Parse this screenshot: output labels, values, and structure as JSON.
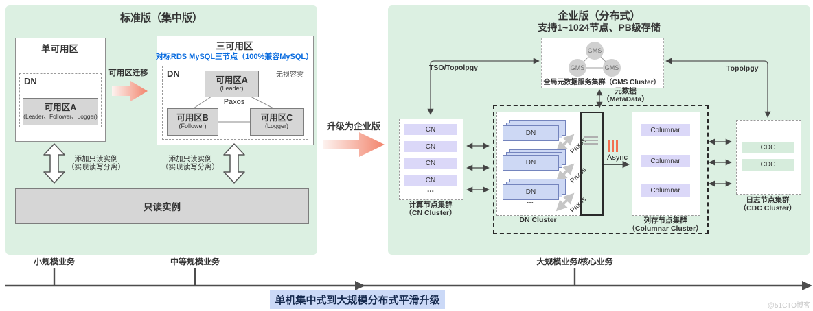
{
  "left_panel": {
    "title": "标准版（集中版）",
    "single_az": {
      "title": "单可用区",
      "dn_label": "DN",
      "az": {
        "title": "可用区A",
        "subtitle": "(Leader、Follower、Logger)"
      }
    },
    "migration_label": "可用区迁移",
    "three_az": {
      "title": "三可用区",
      "subtitle": "对标RDS MySQL三节点（100%兼容MySQL）",
      "dn_label": "DN",
      "disaster_label": "无损容灾",
      "paxos_label": "Paxos",
      "az_a": {
        "title": "可用区A",
        "subtitle": "(Leader)"
      },
      "az_b": {
        "title": "可用区B",
        "subtitle": "(Follower)"
      },
      "az_c": {
        "title": "可用区C",
        "subtitle": "(Logger)"
      }
    },
    "readonly_note": {
      "line1": "添加只读实例",
      "line2": "（实现读写分离）"
    },
    "readonly_bar_label": "只读实例"
  },
  "upgrade_label": "升级为企业版",
  "right_panel": {
    "title": "企业版（分布式）",
    "subtitle": "支持1~1024节点、PB级存储",
    "gms": {
      "nodes": [
        "GMS",
        "GMS",
        "GMS"
      ],
      "label": "全局元数据服务集群（GMS Cluster）"
    },
    "tso_label": "TSO/Topolpgy",
    "topology_label": "Topolpgy",
    "metadata": {
      "line1": "元数据",
      "line2": "（MetaData）"
    },
    "cn": {
      "nodes": [
        "CN",
        "CN",
        "CN",
        "CN"
      ],
      "ellipsis": "...",
      "label_line1": "计算节点集群",
      "label_line2": "（CN Cluster）"
    },
    "dn": {
      "nodes": [
        "DN",
        "DN",
        "DN"
      ],
      "paxos": "Paxos",
      "ellipsis": "...",
      "label": "DN Cluster"
    },
    "async_label": "Async",
    "columnar": {
      "nodes": [
        "Columnar",
        "Columnar",
        "Columnar"
      ],
      "label_line1": "列存节点集群",
      "label_line2": "（Columnar Cluster）"
    },
    "cdc": {
      "nodes": [
        "CDC",
        "CDC"
      ],
      "label_line1": "日志节点集群",
      "label_line2": "（CDC Cluster）"
    }
  },
  "timeline": {
    "milestones": [
      "小规模业务",
      "中等规模业务",
      "大规模业务/核心业务"
    ],
    "caption": "单机集中式到大规模分布式平滑升级"
  },
  "watermark": "@51CTO博客",
  "colors": {
    "panel_green": "#dcf0e2",
    "node_lavender": "#dbd8f8",
    "dn_blue": "#cdd8f4",
    "cdc_green": "#d6ecdc",
    "gray_box": "#d6d6d6",
    "blue_subtitle": "#0a6cdf",
    "arrow_pink": "#f2846c",
    "async_orange": "#f2704f",
    "caption_blue": "#cbd9f7"
  }
}
